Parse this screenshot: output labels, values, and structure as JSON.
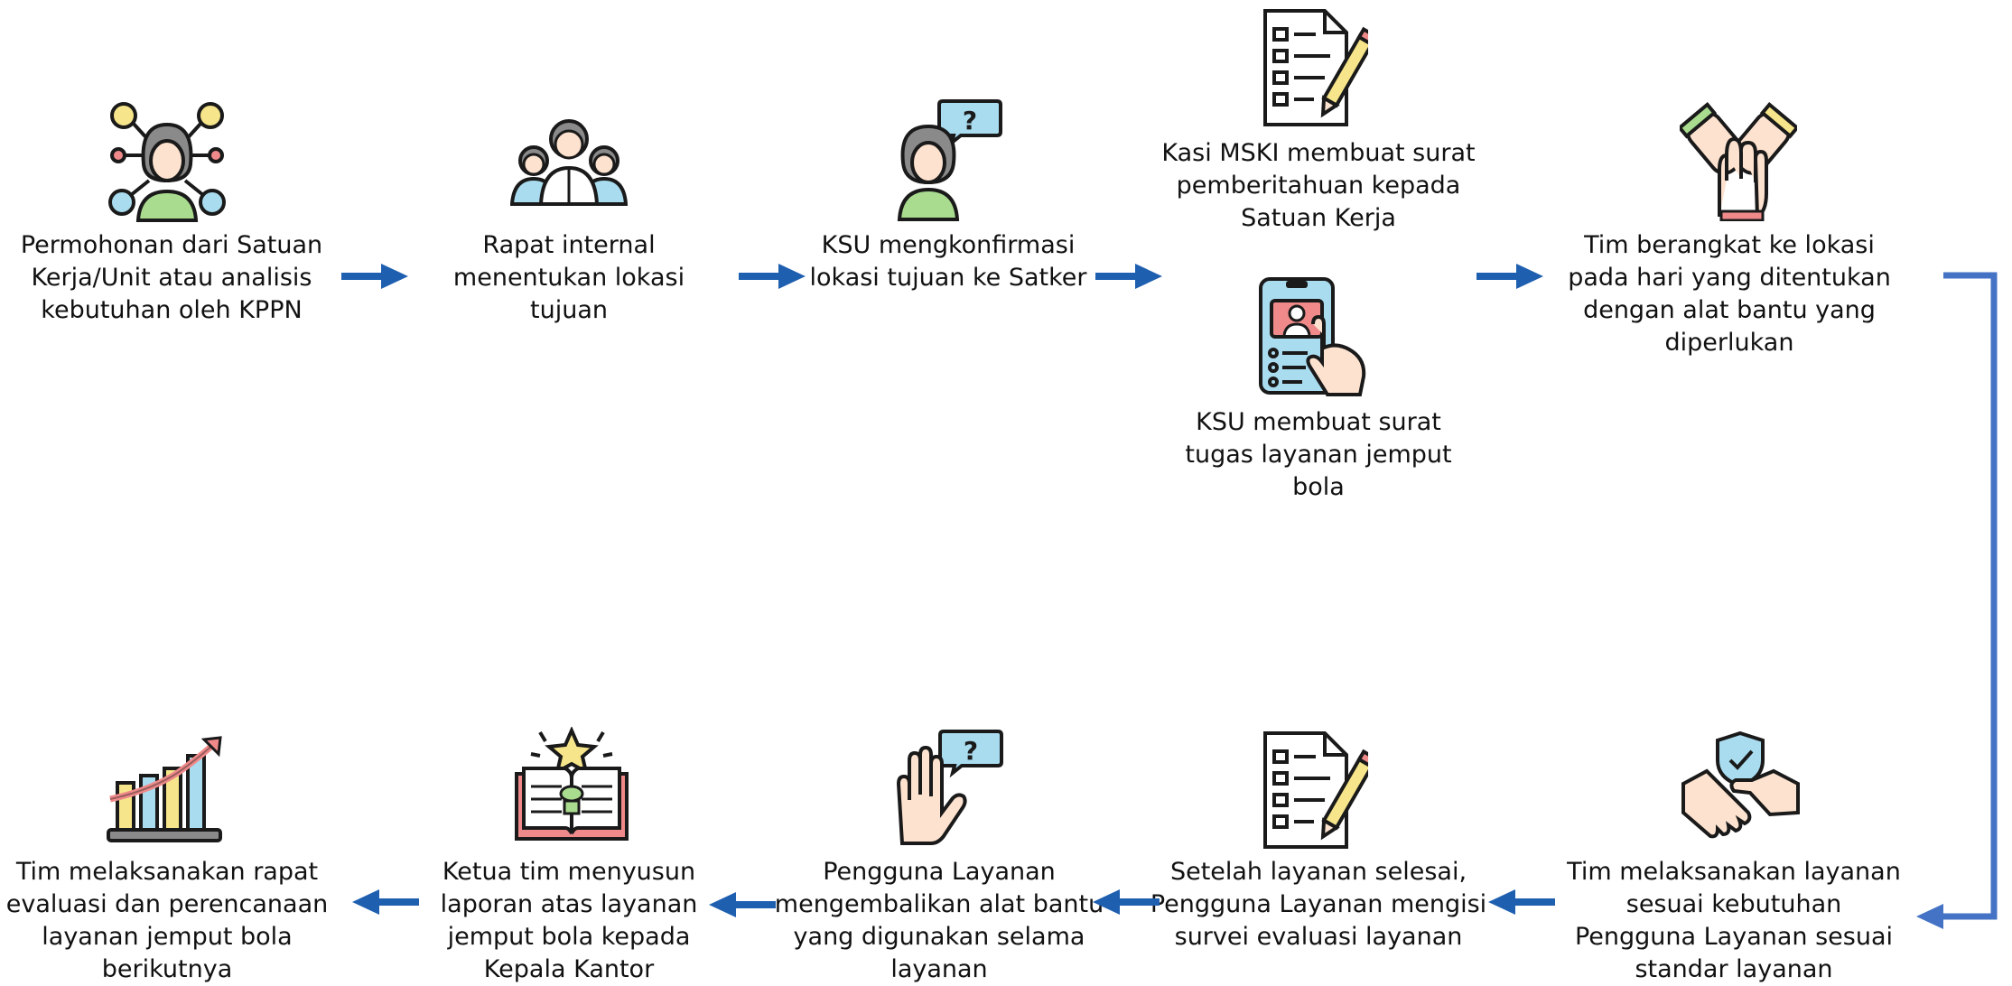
{
  "steps": [
    {
      "text": "Permohonan dari Satuan Kerja/Unit atau analisis kebutuhan oleh KPPN",
      "icon": "person-network-icon"
    },
    {
      "text": "Rapat internal menentukan lokasi tujuan",
      "icon": "team-meeting-icon"
    },
    {
      "text": "KSU mengkonfirmasi lokasi tujuan ke Satker",
      "icon": "person-question-icon"
    },
    {
      "text": "Kasi MSKI membuat surat pemberitahuan kepada Satuan Kerja",
      "icon": "document-checklist-pencil-icon"
    },
    {
      "text": "KSU membuat surat tugas layanan jemput bola",
      "icon": "phone-touch-icon"
    },
    {
      "text": "Tim berangkat ke lokasi pada hari yang ditentukan dengan alat bantu yang diperlukan",
      "icon": "hands-together-icon"
    },
    {
      "text": "Tim melaksanakan layanan sesuai kebutuhan Pengguna Layanan sesuai standar layanan",
      "icon": "handshake-shield-icon"
    },
    {
      "text": "Setelah layanan selesai, Pengguna Layanan mengisi survei evaluasi layanan",
      "icon": "document-checklist-pencil-icon"
    },
    {
      "text": "Pengguna Layanan mengembalikan alat bantu yang digunakan selama layanan",
      "icon": "hand-question-icon"
    },
    {
      "text": "Ketua tim menyusun laporan atas layanan jemput bola kepada Kepala Kantor",
      "icon": "book-star-icon"
    },
    {
      "text": "Tim melaksanakan rapat evaluasi dan perencanaan layanan jemput bola berikutnya",
      "icon": "growth-chart-icon"
    }
  ],
  "colors": {
    "arrow": "#1f5fb0",
    "connector": "#4472c4",
    "outline": "#1a1a1a",
    "skin": "#fde2cf",
    "hair": "#8a8a8a",
    "green": "#a9dc8e",
    "blue": "#a9dcef",
    "yellow": "#f6e58a",
    "pink": "#f08a8a"
  }
}
